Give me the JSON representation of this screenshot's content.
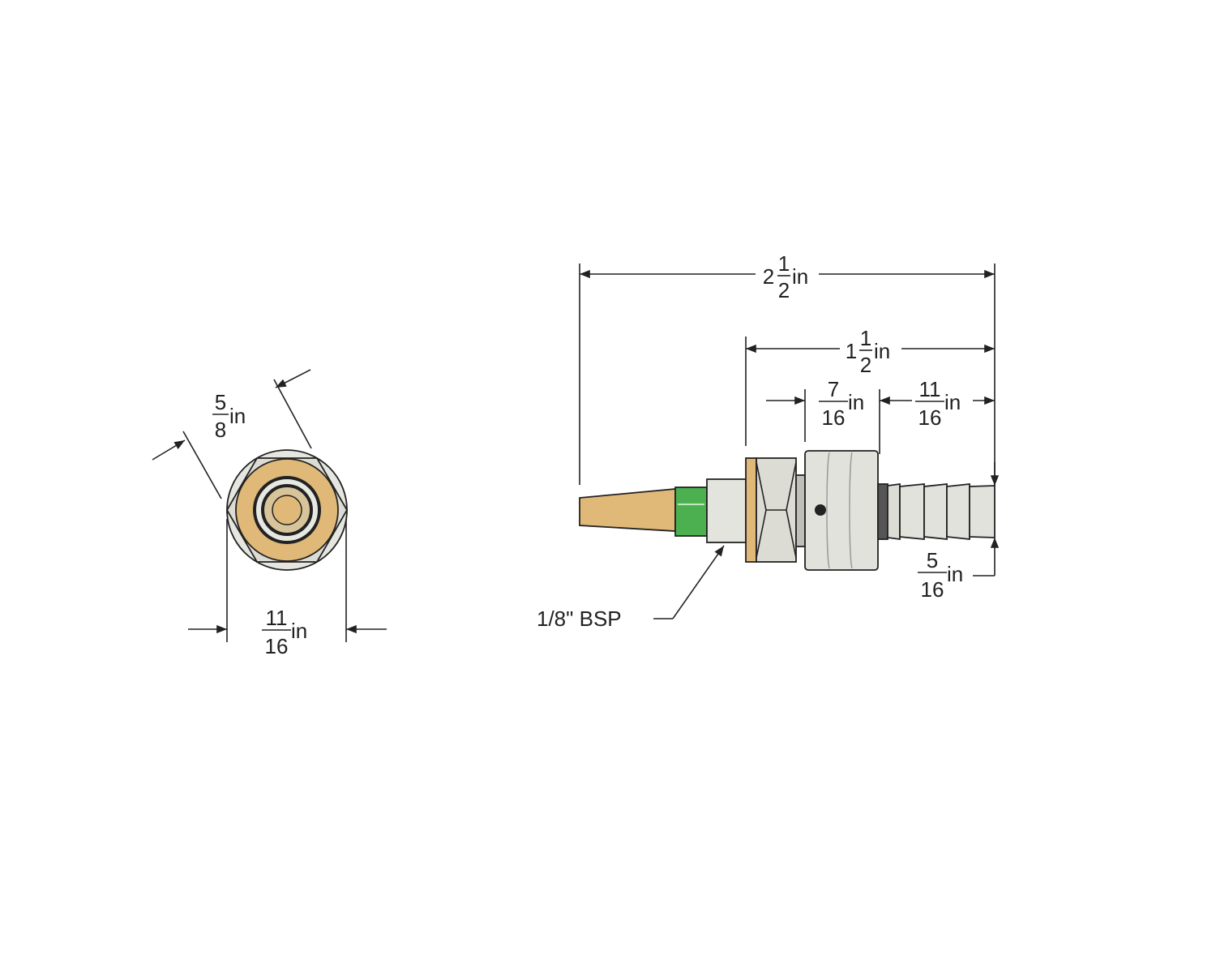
{
  "colors": {
    "brass": "#e0b878",
    "green": "#4cb050",
    "steel": "#dcdcd4",
    "line": "#222222"
  },
  "end_view": {
    "across_flats": {
      "num": "5",
      "den": "8",
      "unit": "in"
    },
    "across_corners": {
      "num": "11",
      "den": "16",
      "unit": "in"
    }
  },
  "side_view": {
    "overall_length": {
      "whole": "2",
      "num": "1",
      "den": "2",
      "unit": "in"
    },
    "body_length": {
      "whole": "1",
      "num": "1",
      "den": "2",
      "unit": "in"
    },
    "coupler_length": {
      "num": "7",
      "den": "16",
      "unit": "in"
    },
    "barb_length": {
      "num": "11",
      "den": "16",
      "unit": "in"
    },
    "barb_diameter": {
      "num": "5",
      "den": "16",
      "unit": "in"
    },
    "thread_callout": "1/8\" BSP"
  }
}
